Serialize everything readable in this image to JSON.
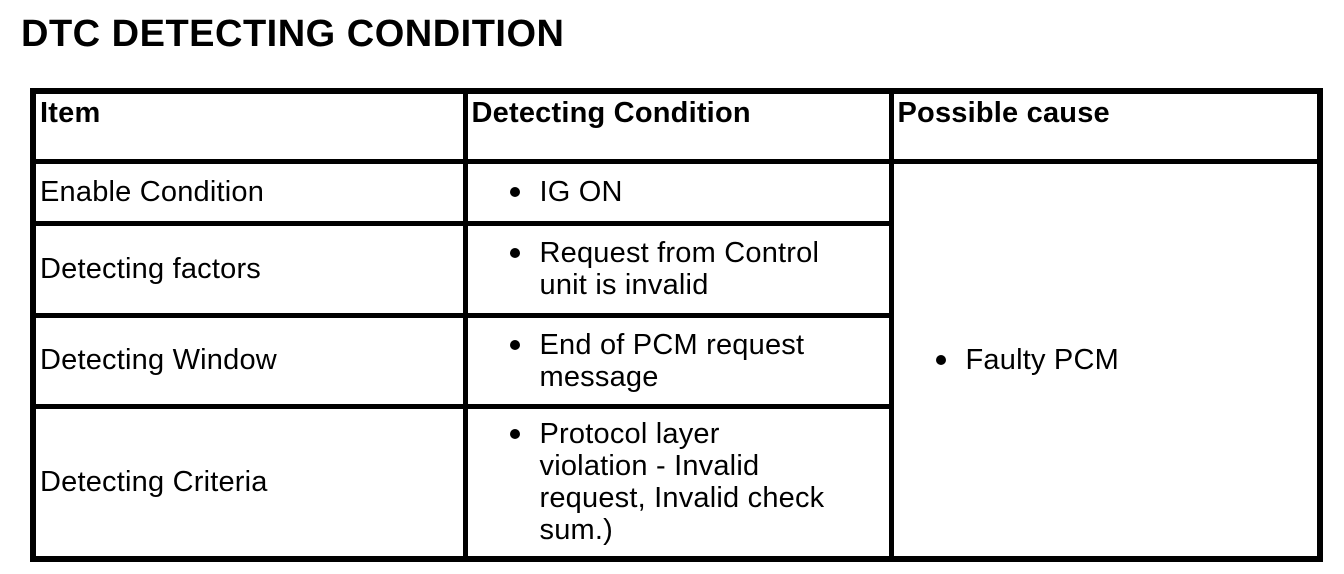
{
  "page_title": "DTC DETECTING CONDITION",
  "colors": {
    "background": "#ffffff",
    "border": "#000000",
    "text": "#000000"
  },
  "table": {
    "headers": [
      "Item",
      "Detecting Condition",
      "Possible cause"
    ],
    "rows": [
      {
        "item": "Enable Condition",
        "condition": "IG ON"
      },
      {
        "item": "Detecting factors",
        "condition": "Request from Control\nunit is invalid"
      },
      {
        "item": "Detecting Window",
        "condition": "End of PCM request\nmessage"
      },
      {
        "item": "Detecting Criteria",
        "condition": "Protocol layer\nviolation - Invalid\nrequest, Invalid check\nsum.)"
      }
    ],
    "possible_cause": "Faulty PCM"
  }
}
